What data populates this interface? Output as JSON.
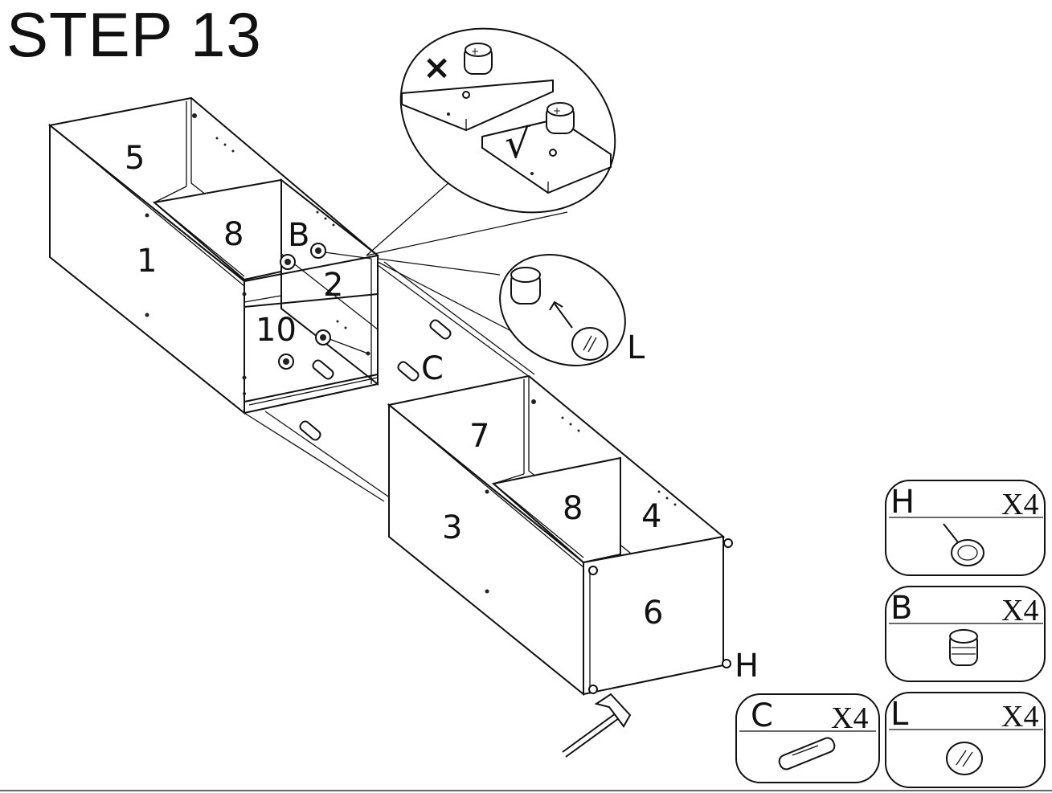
{
  "header": {
    "title": "STEP 13"
  },
  "panels": {
    "p1": "1",
    "p2": "2",
    "p3": "3",
    "p4": "4",
    "p5": "5",
    "p6": "6",
    "p7": "7",
    "p8a": "8",
    "p8b": "8",
    "p10": "10"
  },
  "callouts": {
    "b": "B",
    "c": "C",
    "l": "L",
    "h": "H"
  },
  "zoom_top": {
    "wrong_mark": "×",
    "right_mark": "√"
  },
  "parts": [
    {
      "letter": "H",
      "qty": "X4",
      "icon": "nail-icon"
    },
    {
      "letter": "B",
      "qty": "X4",
      "icon": "cam-lock-icon"
    },
    {
      "letter": "C",
      "qty": "X4",
      "icon": "dowel-icon"
    },
    {
      "letter": "L",
      "qty": "X4",
      "icon": "cover-cap-icon"
    }
  ]
}
